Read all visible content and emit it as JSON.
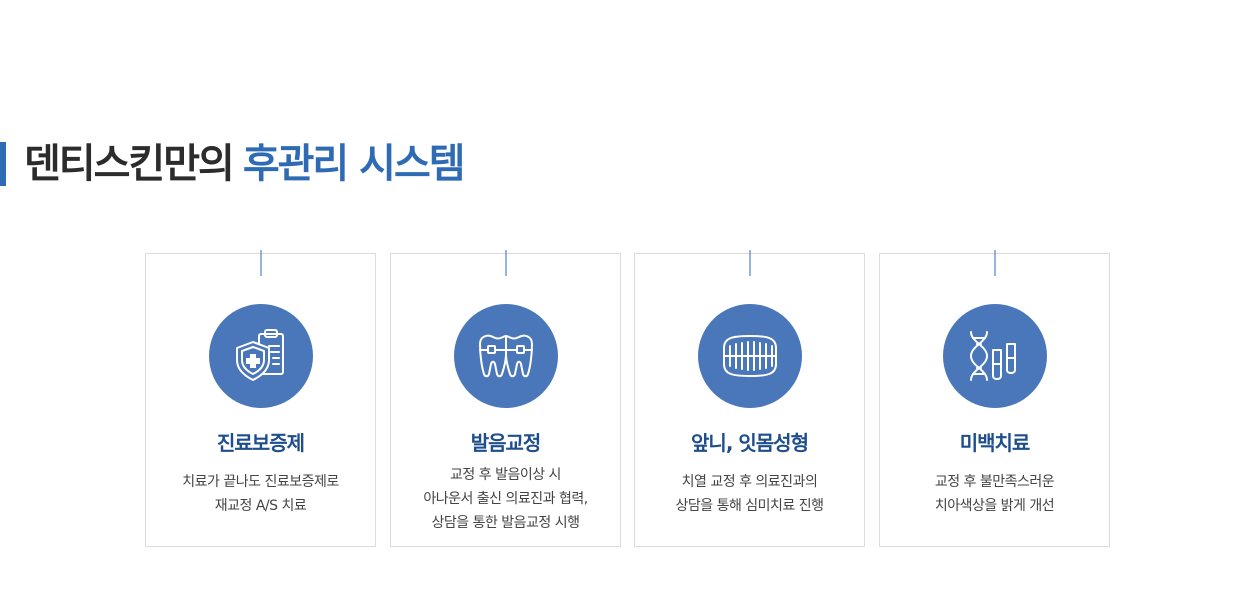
{
  "section": {
    "title_dark": "덴티스킨만의",
    "title_accent": "후관리 시스템"
  },
  "cards": [
    {
      "icon": "shield-medical-icon",
      "title": "진료보증제",
      "desc": [
        "치료가 끝나도 진료보증제로",
        "재교정 A/S 치료"
      ]
    },
    {
      "icon": "braces-teeth-icon",
      "title": "발음교정",
      "desc": [
        "교정 후 발음이상 시",
        "아나운서 출신 의료진과 협력,",
        "상담을 통한 발음교정 시행"
      ]
    },
    {
      "icon": "dentures-icon",
      "title": "앞니, 잇몸성형",
      "desc": [
        "치열 교정 후 의료진과의",
        "상담을 통해 심미치료 진행"
      ]
    },
    {
      "icon": "dna-test-tube-icon",
      "title": "미백치료",
      "desc": [
        "교정 후 불만족스러운",
        "치아색상을 밝게 개선"
      ]
    }
  ],
  "colors": {
    "accent": "#2f6bb5",
    "icon_bg": "#4a77b9",
    "card_title": "#1e4e8c"
  }
}
